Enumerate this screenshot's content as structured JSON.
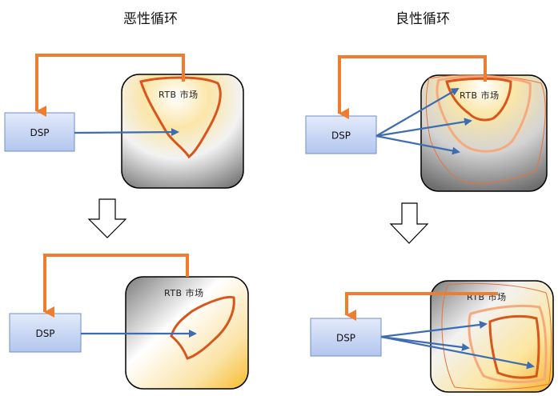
{
  "titles": {
    "left": "恶性循环",
    "right": "良性循环"
  },
  "labels": {
    "dsp": "DSP",
    "rtb_market": "RTB 市场"
  },
  "colors": {
    "orange": "#F07D2E",
    "orange_dark": "#D8561C",
    "orange_light": "#F6AA7C",
    "arrow_blue": "#3D6DB0",
    "dsp_fill_top": "#E3EAFB",
    "dsp_fill_bottom": "#B2C6EE",
    "dsp_border": "#6F8FCB"
  }
}
